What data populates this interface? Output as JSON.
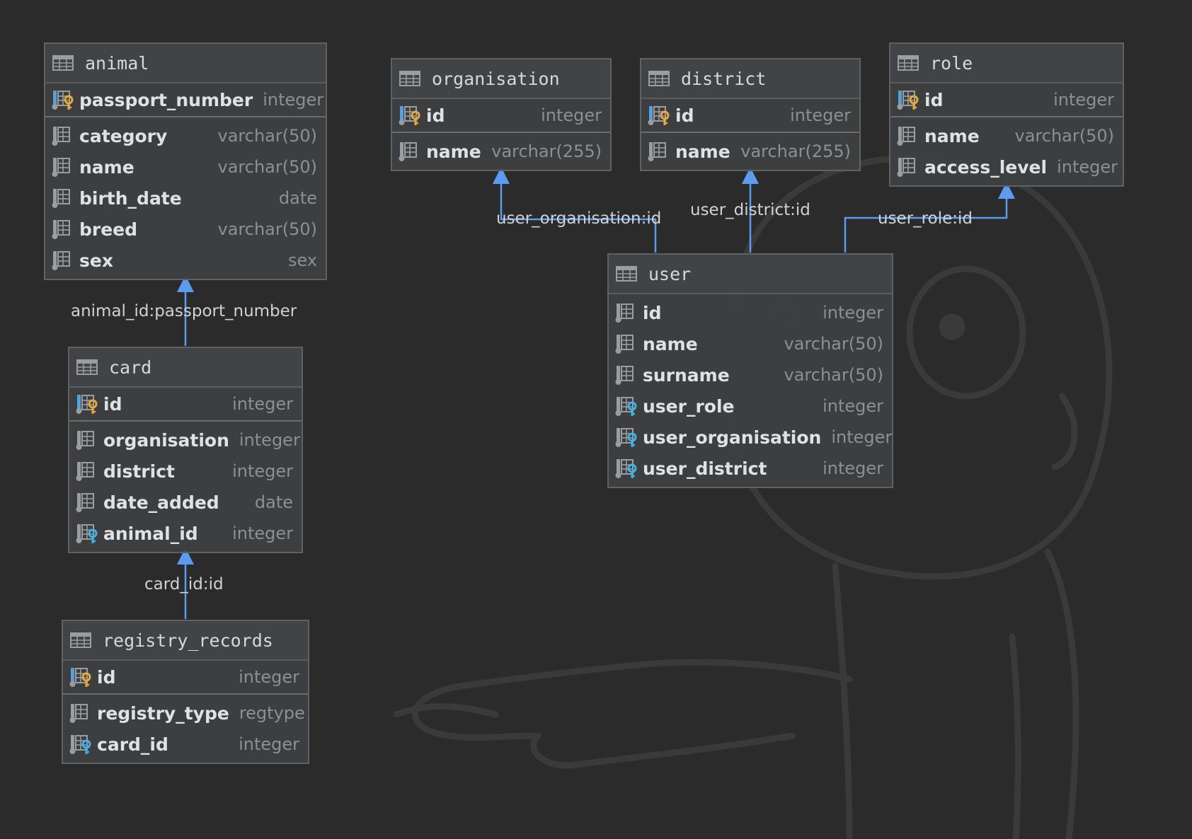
{
  "tables": {
    "animal": {
      "name": "animal",
      "pk": {
        "name": "passport_number",
        "type": "integer"
      },
      "columns": [
        {
          "name": "category",
          "type": "varchar(50)"
        },
        {
          "name": "name",
          "type": "varchar(50)"
        },
        {
          "name": "birth_date",
          "type": "date"
        },
        {
          "name": "breed",
          "type": "varchar(50)"
        },
        {
          "name": "sex",
          "type": "sex"
        }
      ]
    },
    "organisation": {
      "name": "organisation",
      "pk": {
        "name": "id",
        "type": "integer"
      },
      "columns": [
        {
          "name": "name",
          "type": "varchar(255)"
        }
      ]
    },
    "district": {
      "name": "district",
      "pk": {
        "name": "id",
        "type": "integer"
      },
      "columns": [
        {
          "name": "name",
          "type": "varchar(255)"
        }
      ]
    },
    "role": {
      "name": "role",
      "pk": {
        "name": "id",
        "type": "integer"
      },
      "columns": [
        {
          "name": "name",
          "type": "varchar(50)"
        },
        {
          "name": "access_level",
          "type": "integer"
        }
      ]
    },
    "user": {
      "name": "user",
      "columns": [
        {
          "name": "id",
          "type": "integer"
        },
        {
          "name": "name",
          "type": "varchar(50)"
        },
        {
          "name": "surname",
          "type": "varchar(50)"
        },
        {
          "name": "user_role",
          "type": "integer",
          "fk": true
        },
        {
          "name": "user_organisation",
          "type": "integer",
          "fk": true
        },
        {
          "name": "user_district",
          "type": "integer",
          "fk": true
        }
      ]
    },
    "card": {
      "name": "card",
      "pk": {
        "name": "id",
        "type": "integer"
      },
      "columns": [
        {
          "name": "organisation",
          "type": "integer"
        },
        {
          "name": "district",
          "type": "integer"
        },
        {
          "name": "date_added",
          "type": "date"
        },
        {
          "name": "animal_id",
          "type": "integer",
          "fk": true
        }
      ]
    },
    "registry_records": {
      "name": "registry_records",
      "pk": {
        "name": "id",
        "type": "integer"
      },
      "columns": [
        {
          "name": "registry_type",
          "type": "regtype"
        },
        {
          "name": "card_id",
          "type": "integer",
          "fk": true
        }
      ]
    }
  },
  "relations": {
    "card_animal": "animal_id:passport_number",
    "records_card": "card_id:id",
    "user_organisation": "user_organisation:id",
    "user_district": "user_district:id",
    "user_role": "user_role:id"
  },
  "colors": {
    "background": "#2b2b2b",
    "link": "#5b9bf0",
    "pk_key": "#e8a93a",
    "fk_key": "#3fb3e8",
    "column_icon": "#9a9da1"
  }
}
